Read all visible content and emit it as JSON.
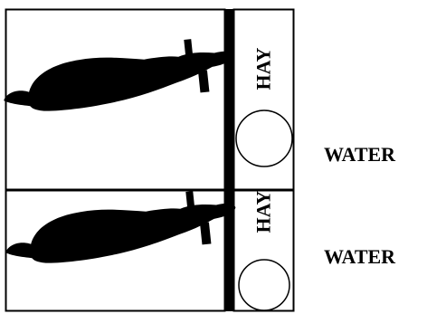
{
  "stalls": [
    {
      "hay_label": "HAY",
      "water_label": "WATER"
    },
    {
      "hay_label": "HAY",
      "water_label": "WATER"
    }
  ],
  "colors": {
    "outline": "#000000",
    "animal": "#000000",
    "background": "#ffffff"
  }
}
